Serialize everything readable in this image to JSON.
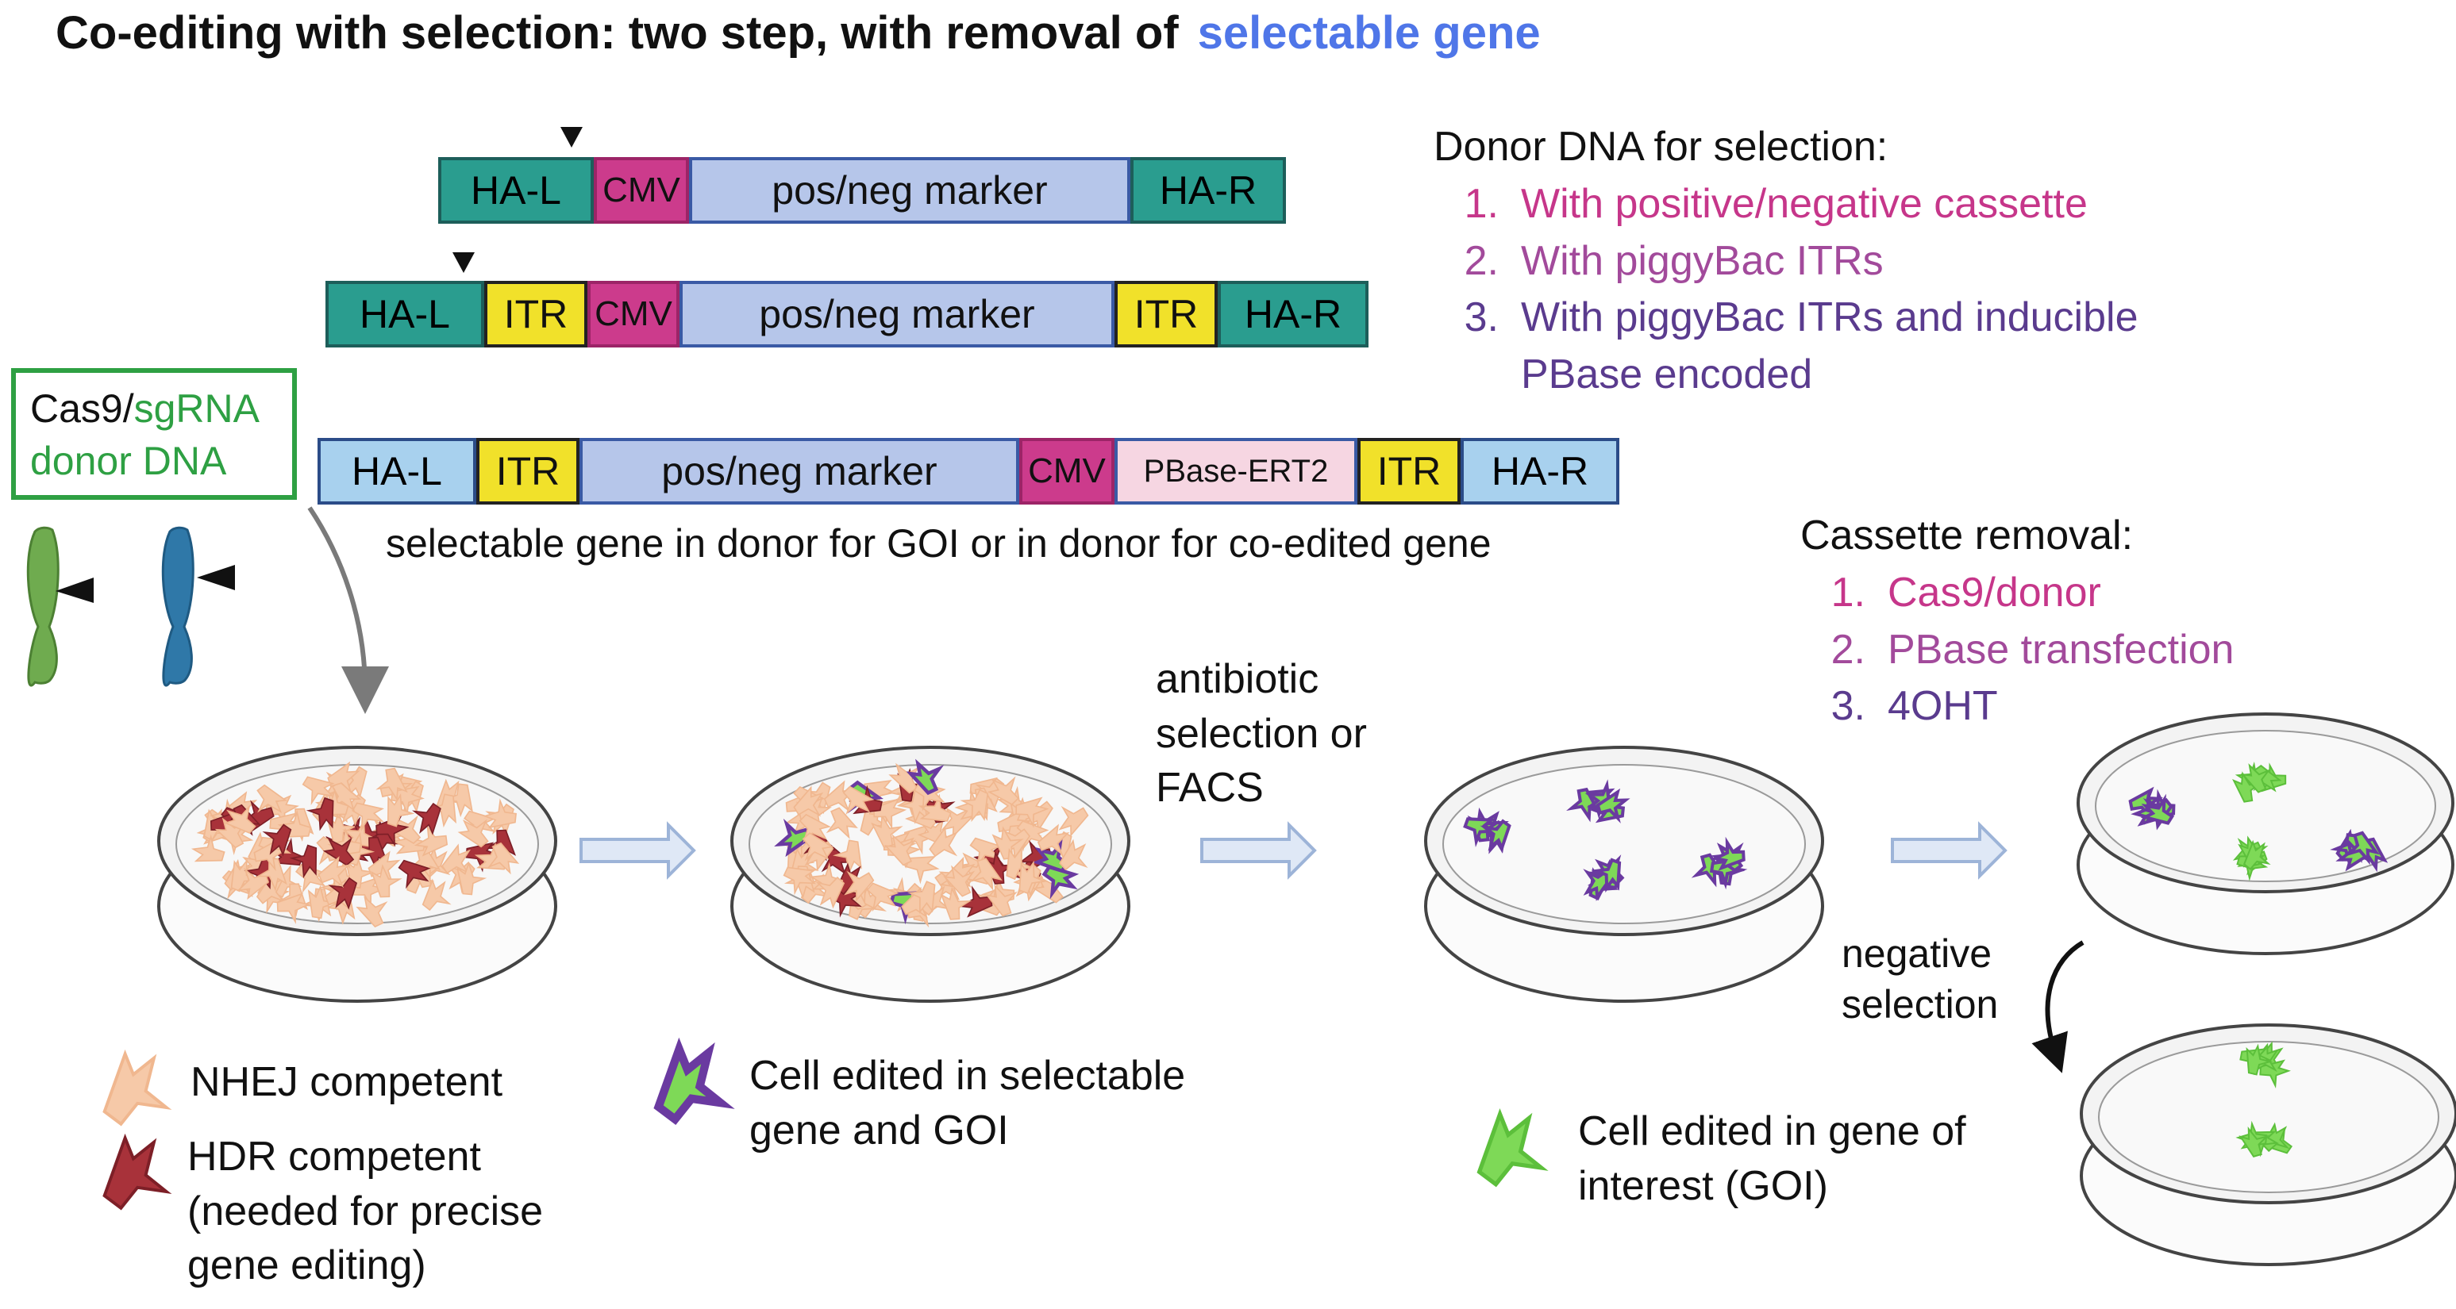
{
  "title": {
    "main": "Co-editing with selection:  two step, with removal of",
    "highlight": "selectable gene"
  },
  "colors": {
    "highlight": "#4f76e8",
    "ha": "#2a9d8f",
    "cmv": "#cc3b8c",
    "marker": "#b6c6ea",
    "itr": "#f1e12a",
    "pbase": "#f6d6e2",
    "nhej_cell": "#f6c9a8",
    "hdr_cell": "#a8323a",
    "edited_cell": "#7ed957",
    "edited_border": "#6a3aa0"
  },
  "constructs": {
    "c1": [
      "HA-L",
      "CMV",
      "pos/neg marker",
      "HA-R"
    ],
    "c2": [
      "HA-L",
      "ITR",
      "CMV",
      "pos/neg marker",
      "ITR",
      "HA-R"
    ],
    "c3": [
      "HA-L",
      "ITR",
      "pos/neg marker",
      "CMV",
      "PBase-ERT2",
      "ITR",
      "HA-R"
    ]
  },
  "construct_caption": "selectable gene in donor for GOI or in donor for co-edited gene",
  "input_box": {
    "cas9": "Cas9/",
    "sgrna": "sgRNA",
    "donor": "donor DNA"
  },
  "donor_selection": {
    "heading": "Donor DNA for selection:",
    "items": [
      {
        "n": "1.",
        "text": "With positive/negative cassette"
      },
      {
        "n": "2.",
        "text": "With piggyBac ITRs"
      },
      {
        "n": "3.",
        "text": "With piggyBac ITRs and inducible",
        "cont": "PBase encoded"
      }
    ]
  },
  "cassette_removal": {
    "heading": "Cassette removal:",
    "items": [
      {
        "n": "1.",
        "text": "Cas9/donor"
      },
      {
        "n": "2.",
        "text": "PBase transfection"
      },
      {
        "n": "3.",
        "text": "4OHT"
      }
    ]
  },
  "step_label": {
    "l1": "antibiotic",
    "l2": "selection or",
    "l3": "FACS"
  },
  "negative_selection": {
    "l1": "negative",
    "l2": "selection"
  },
  "legend": {
    "nhej": "NHEJ competent",
    "hdr_l1": "HDR competent",
    "hdr_l2": "(needed for precise",
    "hdr_l3": "gene editing)",
    "edited_sel_l1": "Cell edited in selectable",
    "edited_sel_l2": "gene and GOI",
    "edited_goi_l1": "Cell edited in gene of",
    "edited_goi_l2": "interest (GOI)"
  },
  "icons": [
    "cut-site-marker-icon",
    "chromosome-icon",
    "petri-dish-icon",
    "cell-icon",
    "right-arrow-icon",
    "curved-arrow-icon"
  ]
}
